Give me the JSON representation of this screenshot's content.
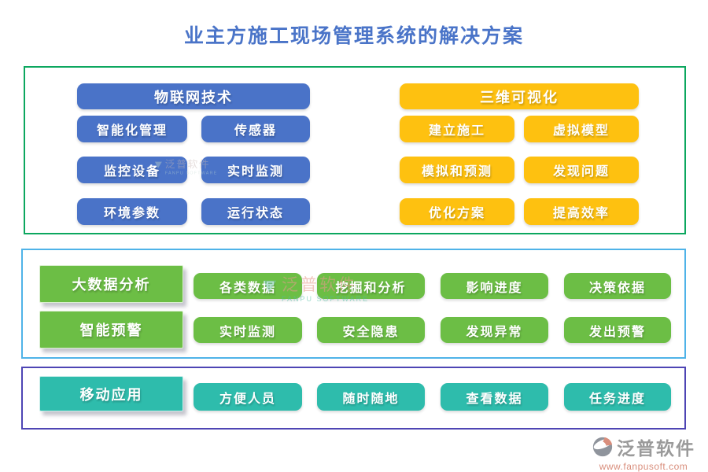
{
  "title": "业主方施工现场管理系统的解决方案",
  "colors": {
    "title": "#4A74C8",
    "blue_button": "#4A73C8",
    "yellow_button": "#FEC110",
    "green_button": "#6CBE45",
    "teal_button": "#2EBCAC",
    "frame_top_border": "#0CA75F",
    "frame_middle_border": "#4FB3E8",
    "frame_bottom_border": "#4E45B4",
    "logo_text": "#9A9A9A",
    "logo_url": "#D98E7C"
  },
  "iot_group": {
    "header": "物联网技术",
    "items": [
      "智能化管理",
      "传感器",
      "监控设备",
      "实时监测",
      "环境参数",
      "运行状态"
    ]
  },
  "viz_group": {
    "header": "三维可视化",
    "items": [
      "建立施工",
      "虚拟模型",
      "模拟和预测",
      "发现问题",
      "优化方案",
      "提高效率"
    ]
  },
  "bigdata_rows": [
    {
      "feature": "大数据分析",
      "items": [
        "各类数据",
        "挖掘和分析",
        "影响进度",
        "决策依据"
      ]
    },
    {
      "feature": "智能预警",
      "items": [
        "实时监测",
        "安全隐患",
        "发现异常",
        "发出预警"
      ]
    }
  ],
  "mobile_row": {
    "feature": "移动应用",
    "items": [
      "方便人员",
      "随时随地",
      "查看数据",
      "任务进度"
    ]
  },
  "watermark": {
    "text": "泛普软件",
    "subtext": "FANPU SOFTWARE"
  },
  "logo": {
    "name": "泛普软件",
    "url": "www.fanpusoft.com"
  }
}
